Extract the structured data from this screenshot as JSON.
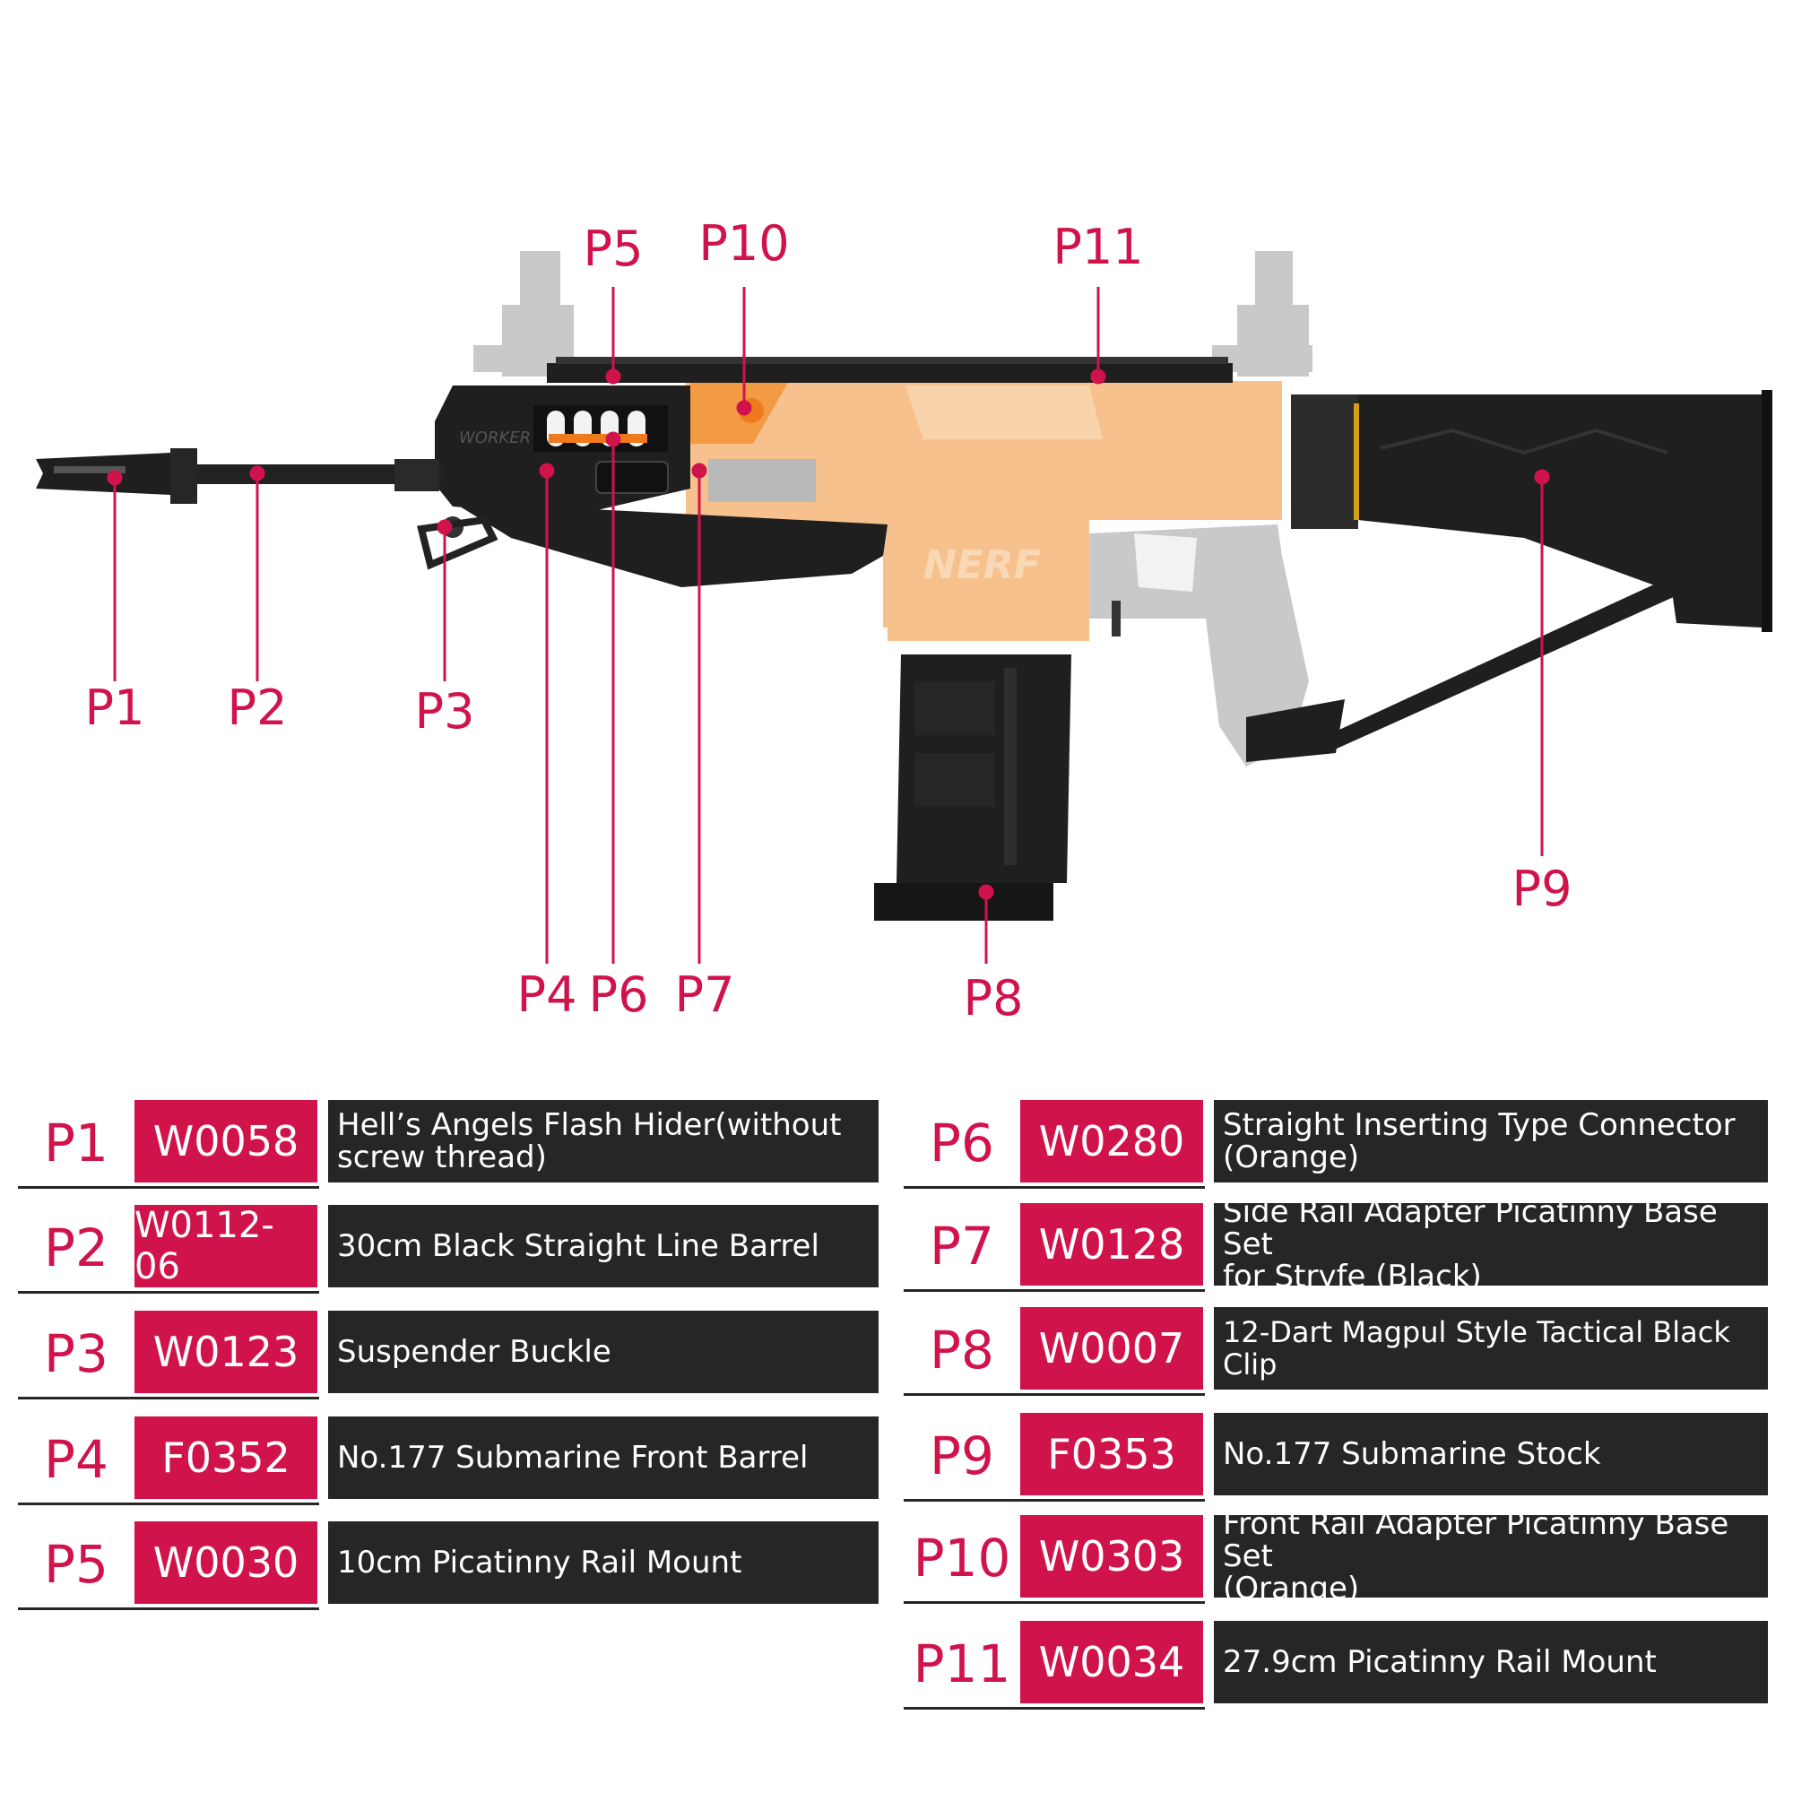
{
  "callouts": [
    {
      "id": "P1",
      "label": "P1"
    },
    {
      "id": "P2",
      "label": "P2"
    },
    {
      "id": "P3",
      "label": "P3"
    },
    {
      "id": "P4",
      "label": "P4"
    },
    {
      "id": "P5",
      "label": "P5"
    },
    {
      "id": "P6",
      "label": "P6"
    },
    {
      "id": "P7",
      "label": "P7"
    },
    {
      "id": "P8",
      "label": "P8"
    },
    {
      "id": "P9",
      "label": "P9"
    },
    {
      "id": "P10",
      "label": "P10"
    },
    {
      "id": "P11",
      "label": "P11"
    }
  ],
  "parts_left": [
    {
      "id": "P1",
      "code": "W0058",
      "desc_lines": [
        "Hell’s Angels Flash Hider(without",
        "screw thread)"
      ]
    },
    {
      "id": "P2",
      "code": "W0112-06",
      "desc_lines": [
        "30cm Black Straight Line Barrel"
      ]
    },
    {
      "id": "P3",
      "code": "W0123",
      "desc_lines": [
        "Suspender Buckle"
      ]
    },
    {
      "id": "P4",
      "code": "F0352",
      "desc_lines": [
        "No.177 Submarine Front Barrel"
      ]
    },
    {
      "id": "P5",
      "code": "W0030",
      "desc_lines": [
        "10cm Picatinny Rail Mount"
      ]
    }
  ],
  "parts_right": [
    {
      "id": "P6",
      "code": "W0280",
      "desc_lines": [
        "Straight Inserting Type Connector",
        "(Orange)"
      ]
    },
    {
      "id": "P7",
      "code": "W0128",
      "desc_lines": [
        "Side  Rail Adapter Picatinny Base Set",
        "for  Stryfe (Black)"
      ]
    },
    {
      "id": "P8",
      "code": "W0007",
      "desc_lines": [
        "12-Dart Magpul Style Tactical Black Clip"
      ]
    },
    {
      "id": "P9",
      "code": "F0353",
      "desc_lines": [
        "No.177 Submarine Stock"
      ]
    },
    {
      "id": "P10",
      "code": "W0303",
      "desc_lines": [
        "Front Rail Adapter Picatinny Base Set",
        "(Orange)"
      ]
    },
    {
      "id": "P11",
      "code": "W0034",
      "desc_lines": [
        "27.9cm Picatinny Rail Mount"
      ]
    }
  ],
  "blaster": {
    "brand_text": "NERF",
    "engraving": "WORKER"
  },
  "colors": {
    "accent": "#d0134b",
    "dark": "#262626",
    "orange": "#f7c18e",
    "gray": "#c9c9c9",
    "black_part": "#1f1f1f"
  }
}
